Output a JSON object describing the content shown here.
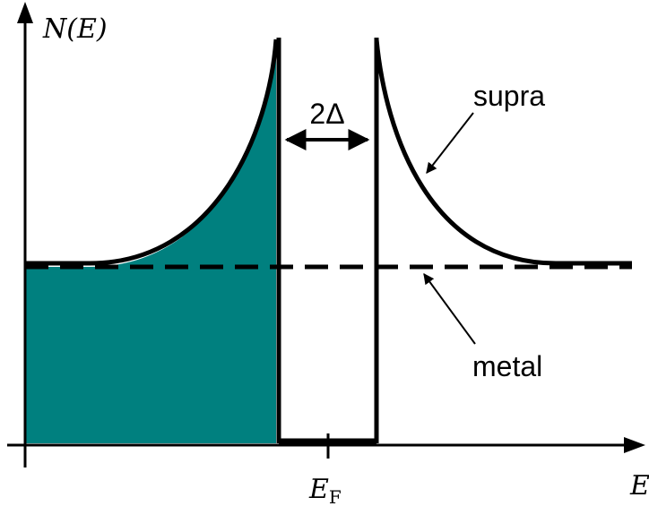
{
  "labels": {
    "y_axis": "N(E)",
    "x_axis": "E",
    "fermi_main": "E",
    "fermi_sub": "F",
    "gap": "2Δ",
    "supra": "supra",
    "metal": "metal"
  },
  "colors": {
    "fill": "#00807f",
    "line": "#000000",
    "background": "#ffffff"
  }
}
